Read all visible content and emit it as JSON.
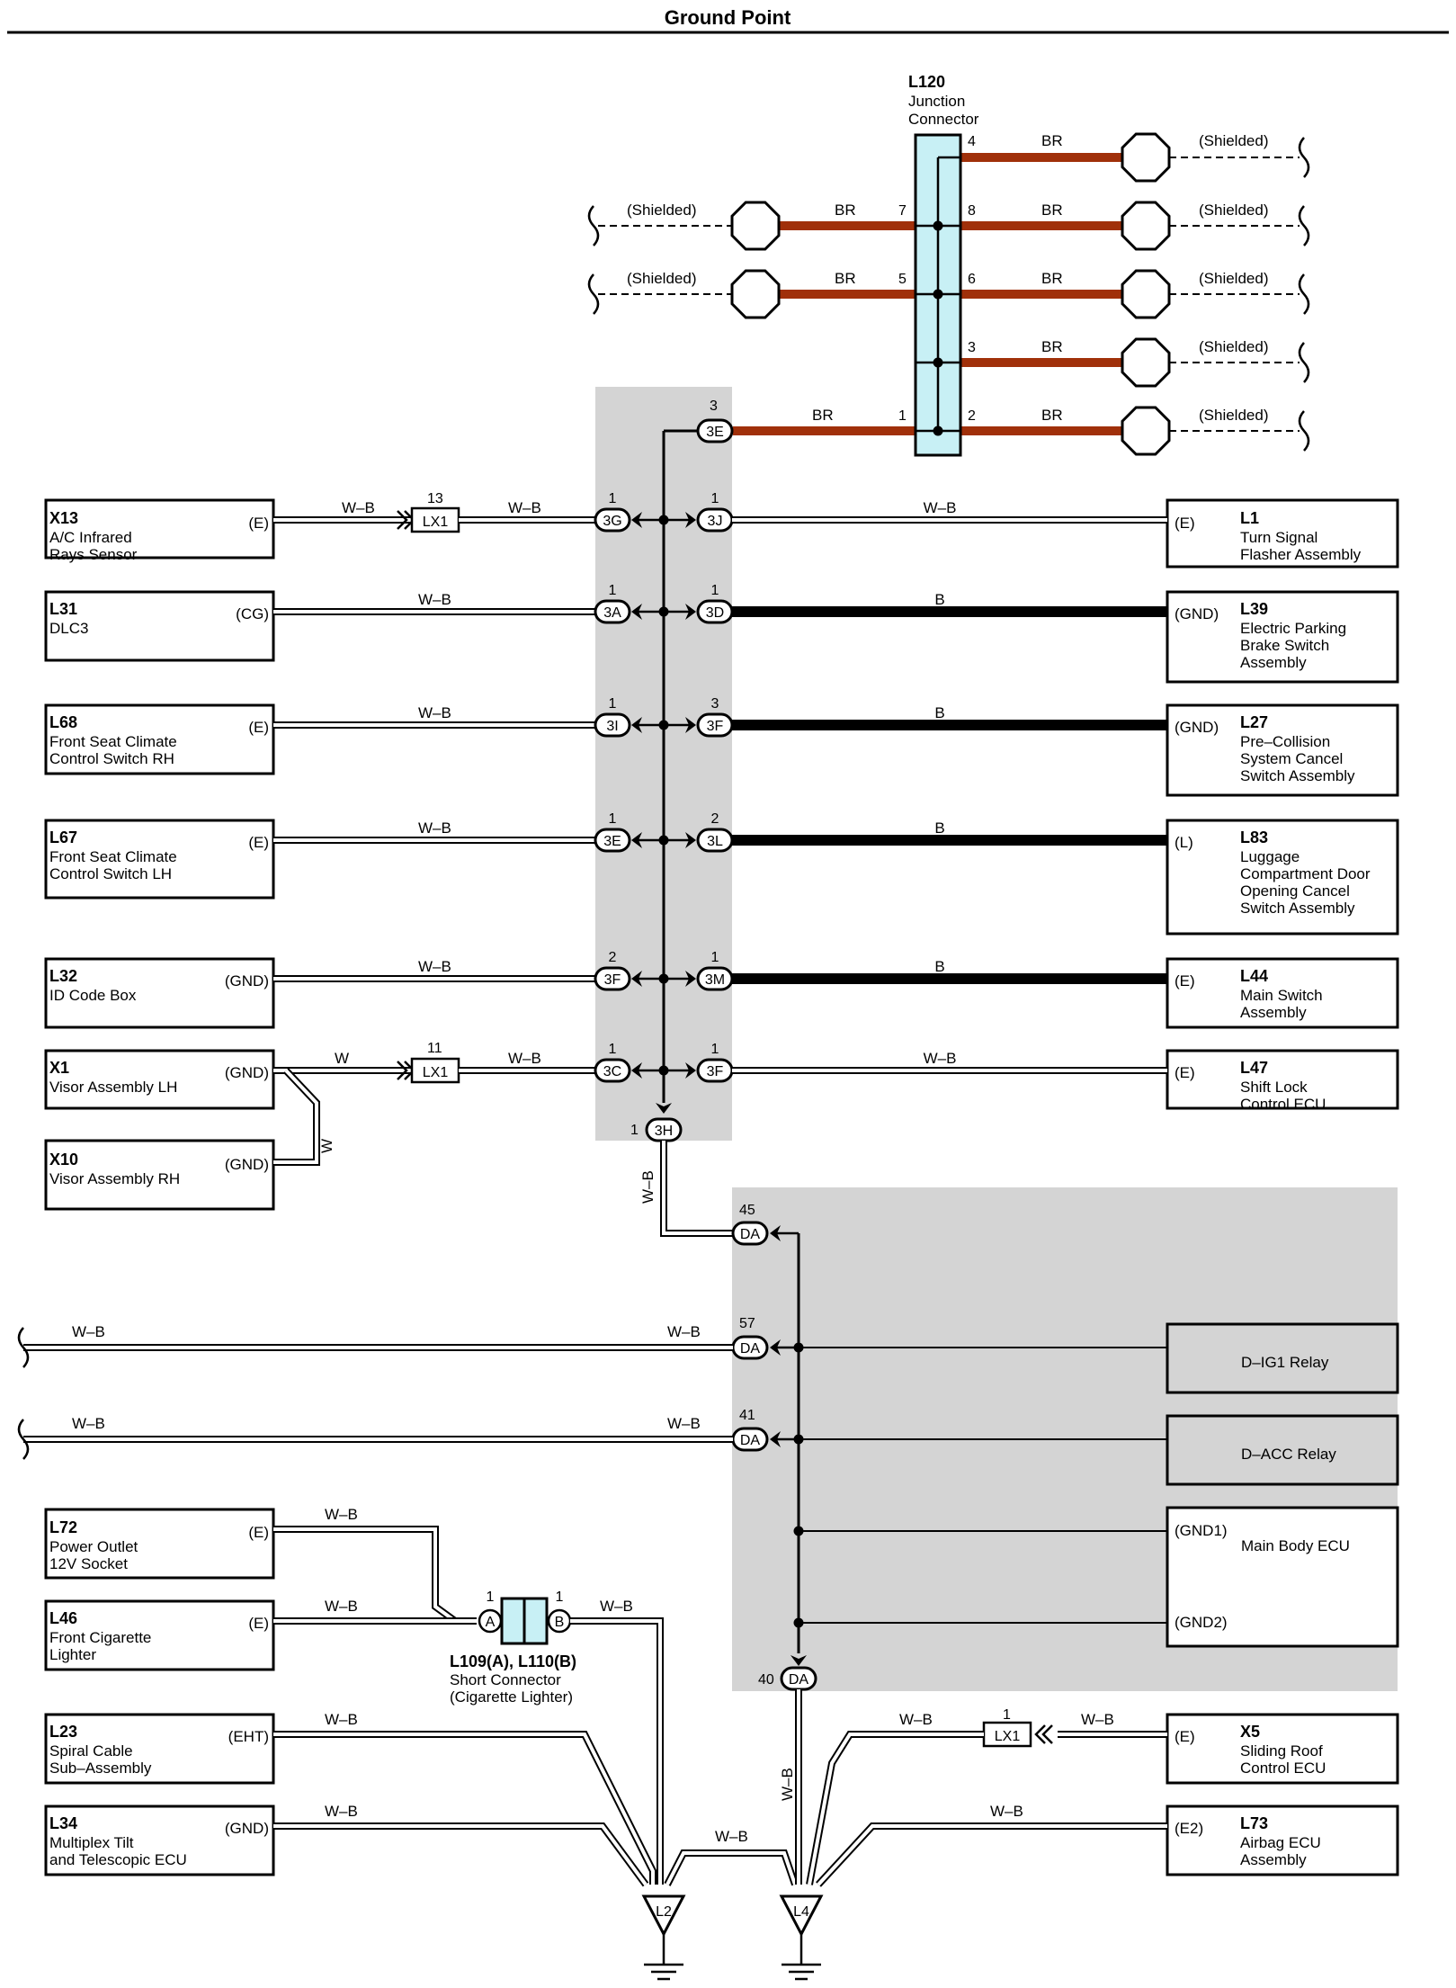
{
  "title": "Ground Point",
  "colors": {
    "br_wire": "#a0300a",
    "b_wire": "#000000",
    "junction_fill": "#c8f0f5",
    "block_fill": "#d4d4d4"
  },
  "junction_connector": {
    "code": "L120",
    "name_lines": [
      "Junction",
      "Connector"
    ],
    "left_pins": [
      {
        "pin": "7",
        "color": "BR",
        "shield_label": "(Shielded)"
      },
      {
        "pin": "5",
        "color": "BR",
        "shield_label": "(Shielded)"
      },
      {
        "pin": "1",
        "color": "BR",
        "junction_pin": "3",
        "junction_code": "3E"
      }
    ],
    "right_pins": [
      {
        "pin": "4",
        "color": "BR",
        "shield_label": "(Shielded)"
      },
      {
        "pin": "8",
        "color": "BR",
        "shield_label": "(Shielded)"
      },
      {
        "pin": "6",
        "color": "BR",
        "shield_label": "(Shielded)"
      },
      {
        "pin": "3",
        "color": "BR",
        "shield_label": "(Shielded)"
      },
      {
        "pin": "2",
        "color": "BR",
        "shield_label": "(Shielded)"
      }
    ]
  },
  "left_components": [
    {
      "code": "X13",
      "name_lines": [
        "A/C Infrared",
        "Rays Sensor"
      ],
      "terminal": "(E)",
      "wire_color": "W–B",
      "lx1": "LX1",
      "lx1_pin": "13",
      "wire_color_2": "W–B",
      "junction_pin": "1",
      "junction_code": "3G"
    },
    {
      "code": "L31",
      "name_lines": [
        "DLC3"
      ],
      "terminal": "(CG)",
      "wire_color": "W–B",
      "junction_pin": "1",
      "junction_code": "3A"
    },
    {
      "code": "L68",
      "name_lines": [
        "Front Seat Climate",
        "Control Switch RH"
      ],
      "terminal": "(E)",
      "wire_color": "W–B",
      "junction_pin": "1",
      "junction_code": "3I"
    },
    {
      "code": "L67",
      "name_lines": [
        "Front Seat Climate",
        "Control Switch LH"
      ],
      "terminal": "(E)",
      "wire_color": "W–B",
      "junction_pin": "1",
      "junction_code": "3E"
    },
    {
      "code": "L32",
      "name_lines": [
        "ID Code Box"
      ],
      "terminal": "(GND)",
      "wire_color": "W–B",
      "junction_pin": "2",
      "junction_code": "3F"
    },
    {
      "code": "X1",
      "name_lines": [
        "Visor Assembly LH"
      ],
      "terminal": "(GND)",
      "wire_color": "W",
      "lx1": "LX1",
      "lx1_pin": "11",
      "wire_color_2": "W–B",
      "junction_pin": "1",
      "junction_code": "3C"
    },
    {
      "code": "X10",
      "name_lines": [
        "Visor Assembly RH"
      ],
      "terminal": "(GND)",
      "wire_color": "W"
    },
    {
      "code": "L72",
      "name_lines": [
        "Power Outlet",
        "12V Socket"
      ],
      "terminal": "(E)",
      "wire_color": "W–B"
    },
    {
      "code": "L46",
      "name_lines": [
        "Front Cigarette",
        "Lighter"
      ],
      "terminal": "(E)",
      "wire_color": "W–B"
    },
    {
      "code": "L23",
      "name_lines": [
        "Spiral Cable",
        "Sub–Assembly"
      ],
      "terminal": "(EHT)",
      "wire_color": "W–B"
    },
    {
      "code": "L34",
      "name_lines": [
        "Multiplex Tilt",
        "and Telescopic ECU"
      ],
      "terminal": "(GND)",
      "wire_color": "W–B"
    }
  ],
  "right_components": [
    {
      "code": "L1",
      "name_lines": [
        "Turn Signal",
        "Flasher Assembly"
      ],
      "terminal": "(E)",
      "wire_color": "W–B",
      "junction_pin": "1",
      "junction_code": "3J"
    },
    {
      "code": "L39",
      "name_lines": [
        "Electric Parking",
        "Brake Switch",
        "Assembly"
      ],
      "terminal": "(GND)",
      "wire_color": "B",
      "junction_pin": "1",
      "junction_code": "3D"
    },
    {
      "code": "L27",
      "name_lines": [
        "Pre–Collision",
        "System Cancel",
        "Switch Assembly"
      ],
      "terminal": "(GND)",
      "wire_color": "B",
      "junction_pin": "3",
      "junction_code": "3F"
    },
    {
      "code": "L83",
      "name_lines": [
        "Luggage",
        "Compartment Door",
        "Opening Cancel",
        "Switch Assembly"
      ],
      "terminal": "(L)",
      "wire_color": "B",
      "junction_pin": "2",
      "junction_code": "3L"
    },
    {
      "code": "L44",
      "name_lines": [
        "Main Switch",
        "Assembly"
      ],
      "terminal": "(E)",
      "wire_color": "B",
      "junction_pin": "1",
      "junction_code": "3M"
    },
    {
      "code": "L47",
      "name_lines": [
        "Shift Lock",
        "Control ECU"
      ],
      "terminal": "(E)",
      "wire_color": "W–B",
      "junction_pin": "1",
      "junction_code": "3F"
    },
    {
      "code": "X5",
      "name_lines": [
        "Sliding Roof",
        "Control ECU"
      ],
      "terminal": "(E)",
      "wire_color": "W–B",
      "wire_out_color": "W–B"
    },
    {
      "code": "L73",
      "name_lines": [
        "Airbag ECU",
        "Assembly"
      ],
      "terminal": "(E2)",
      "wire_color": "W–B"
    }
  ],
  "junction_3h": {
    "pin": "1",
    "code": "3H",
    "color": "W–B"
  },
  "da_connectors": [
    {
      "pin": "45",
      "code": "DA"
    },
    {
      "pin": "57",
      "code": "DA",
      "left_color": "W–B",
      "right_color": "W–B"
    },
    {
      "pin": "41",
      "code": "DA",
      "left_color": "W–B",
      "right_color": "W–B"
    },
    {
      "pin": "40",
      "code": "DA",
      "color": "W–B"
    }
  ],
  "lx1_connectors": [
    {
      "pin": "13",
      "code": "LX1"
    },
    {
      "pin": "11",
      "code": "LX1"
    },
    {
      "pin": "1",
      "code": "LX1"
    }
  ],
  "relays": [
    {
      "name": "D–IG1 Relay"
    },
    {
      "name": "D–ACC Relay"
    }
  ],
  "main_body_ecu": {
    "name": "Main Body ECU",
    "terminals": [
      "(GND1)",
      "(GND2)"
    ]
  },
  "short_connector": {
    "code": "L109(A), L110(B)",
    "name_lines": [
      "Short Connector",
      "(Cigarette Lighter)"
    ],
    "pin_a": "A",
    "pin_b": "B",
    "pin_a_number": "1",
    "pin_b_number": "1",
    "out_color": "W–B"
  },
  "grounds": {
    "points": [
      "L2",
      "L4"
    ],
    "link_color": "W–B"
  }
}
